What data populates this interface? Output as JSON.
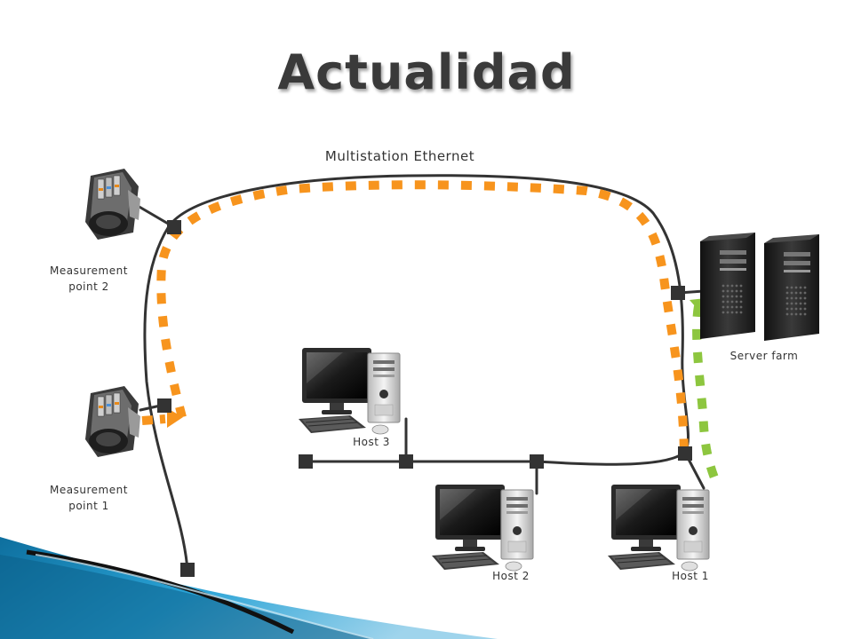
{
  "slide": {
    "title": "Actualidad"
  },
  "network": {
    "label": "Multistation Ethernet"
  },
  "devices": {
    "measurement_point_2": "Measurement\npoint 2",
    "measurement_point_1": "Measurement\npoint 1",
    "server_farm": "Server farm",
    "host_1": "Host 1",
    "host_2": "Host 2",
    "host_3": "Host 3"
  },
  "colors": {
    "cable": "#333333",
    "node": "#333333",
    "orange_path": "#f7941d",
    "green_path": "#8dc63f",
    "accent_blue": "#1a8fc2"
  },
  "icons": {
    "measurement_device": "measurement-device-icon",
    "server": "server-tower-icon",
    "host": "desktop-computer-icon"
  }
}
